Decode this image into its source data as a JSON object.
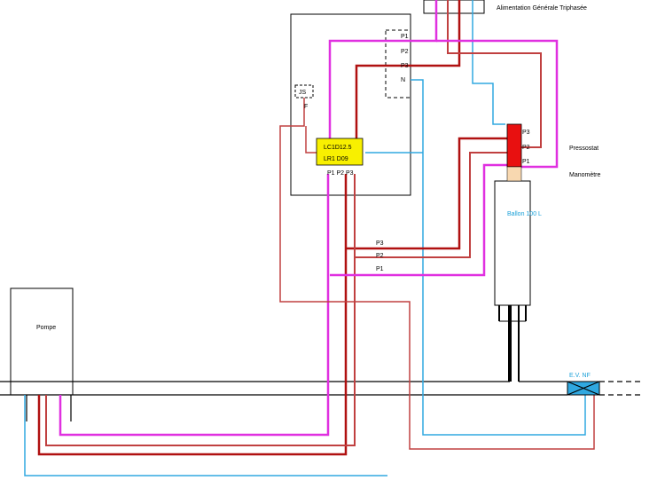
{
  "labels": {
    "supply": "Alimentation Générale Triphasée",
    "pressostat": "Pressostat",
    "manometre": "Manomètre",
    "ballon": "Ballon 100 L",
    "pompe": "Pompe",
    "ev": "E.V. NF",
    "contactor_line1": "LC1D12.5",
    "contactor_line2": "LR1 D09",
    "contactor_outputs": "P1 P2 P3",
    "js": "JS",
    "f": "F",
    "box_p1": "P1",
    "box_p2": "P2",
    "box_p3": "P3",
    "box_n": "N",
    "pr_p3": "P3",
    "pr_p2": "P2",
    "pr_p1": "P1",
    "mid_p3": "P3",
    "mid_p2": "P2",
    "mid_p1": "P1"
  },
  "colors": {
    "phase1": "#e030e0",
    "phase2": "#b01010",
    "phase3": "#c04040",
    "neutral": "#30a8e0",
    "pressostat": "#e81010",
    "contactor": "#f8f000",
    "manometer": "#f8d8b0",
    "valve": "#30a8e0",
    "line": "#000000"
  }
}
